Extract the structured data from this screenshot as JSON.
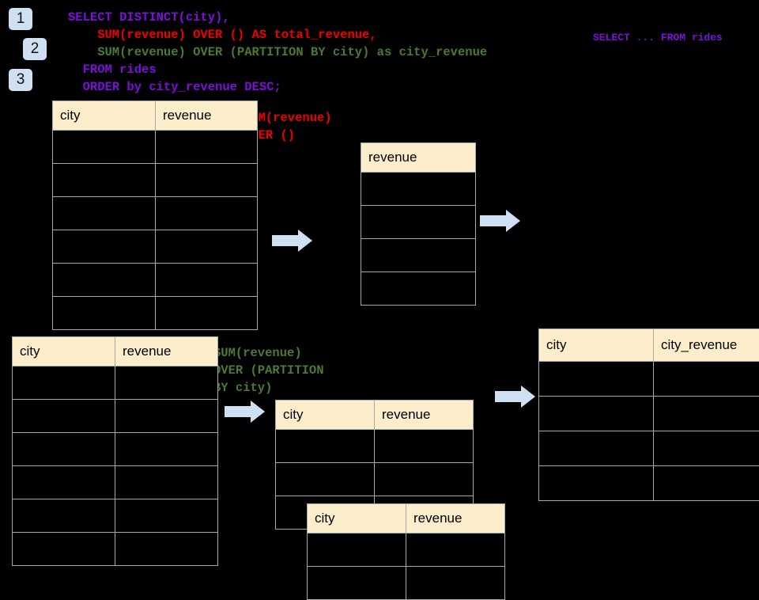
{
  "background_color": "#000000",
  "badges": [
    {
      "name": "step-1",
      "label": "1"
    },
    {
      "name": "step-2",
      "label": "2"
    },
    {
      "name": "step-3",
      "label": "3"
    }
  ],
  "sql": {
    "lines": [
      {
        "text": "SELECT DISTINCT(city),",
        "color": "#7b10d8"
      },
      {
        "text": "    SUM(revenue) OVER () AS total_revenue,",
        "color": "#ee0000"
      },
      {
        "text": "    SUM(revenue) OVER (PARTITION BY city) as city_revenue",
        "color": "#4a7a33"
      },
      {
        "text": "  FROM rides",
        "color": "#7b10d8"
      },
      {
        "text": "  ORDER by city_revenue DESC;",
        "color": "#7b10d8"
      }
    ]
  },
  "labels": {
    "select_from_rides": "SELECT ... FROM rides",
    "sum_over_empty": "SUM(revenue)\nOVER ()",
    "sum_over_partition": "SUM(revenue)\nOVER (PARTITION\nBY city)"
  },
  "colors": {
    "badge_fill": "#cfe0f2",
    "table_header_fill": "#fdeecb",
    "table_border": "#a8a8a8",
    "arrow_fill": "#cfe0f2",
    "purple": "#7b10d8",
    "red": "#ee0000",
    "green": "#4a7a33"
  },
  "tables": [
    {
      "name": "source-rides-table-top",
      "headers": [
        "city",
        "revenue"
      ],
      "rows": [
        [
          "",
          ""
        ],
        [
          "",
          ""
        ],
        [
          "",
          ""
        ],
        [
          "",
          ""
        ],
        [
          "",
          ""
        ],
        [
          "",
          ""
        ]
      ],
      "row_count": 6
    },
    {
      "name": "total-revenue-table",
      "headers": [
        "revenue"
      ],
      "rows": [
        [
          ""
        ],
        [
          ""
        ],
        [
          ""
        ],
        [
          ""
        ]
      ],
      "row_count": 4
    },
    {
      "name": "source-rides-table-bottom",
      "headers": [
        "city",
        "revenue"
      ],
      "rows": [
        [
          "",
          ""
        ],
        [
          "",
          ""
        ],
        [
          "",
          ""
        ],
        [
          "",
          ""
        ],
        [
          "",
          ""
        ],
        [
          "",
          ""
        ]
      ],
      "row_count": 6
    },
    {
      "name": "partition-table-back",
      "headers": [
        "city",
        "revenue"
      ],
      "rows": [
        [
          "",
          ""
        ],
        [
          "",
          ""
        ],
        [
          "",
          ""
        ]
      ],
      "row_count": 3
    },
    {
      "name": "partition-table-front",
      "headers": [
        "city",
        "revenue"
      ],
      "rows": [
        [
          "",
          ""
        ],
        [
          "",
          ""
        ]
      ],
      "row_count": 2
    },
    {
      "name": "result-city-revenue-table",
      "headers": [
        "city",
        "city_revenue"
      ],
      "rows": [
        [
          "",
          ""
        ],
        [
          "",
          ""
        ],
        [
          "",
          ""
        ],
        [
          "",
          ""
        ]
      ],
      "row_count": 4
    }
  ],
  "arrows": [
    {
      "name": "arrow-top-left"
    },
    {
      "name": "arrow-top-right"
    },
    {
      "name": "arrow-bottom-left"
    },
    {
      "name": "arrow-bottom-right"
    }
  ]
}
